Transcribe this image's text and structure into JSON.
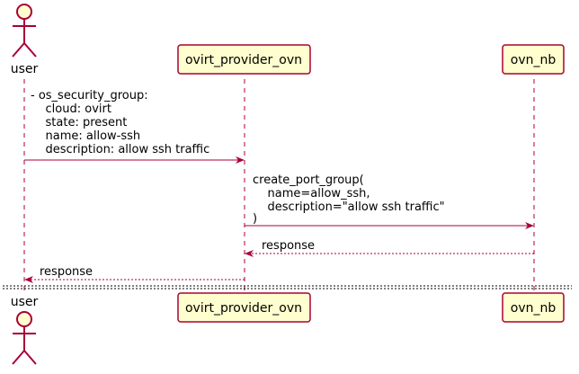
{
  "diagram": {
    "participants": {
      "user": "user",
      "provider": "ovirt_provider_ovn",
      "nb": "ovn_nb"
    },
    "messages": {
      "m1": [
        "- os_security_group:",
        "    cloud: ovirt",
        "    state: present",
        "    name: allow-ssh",
        "    description: allow ssh traffic"
      ],
      "m2": [
        "create_port_group(",
        "    name=allow_ssh,",
        "    description=\"allow ssh traffic\"",
        ")"
      ],
      "m3": "response",
      "m4": "response"
    },
    "colors": {
      "participant_fill": "#FEFECE",
      "participant_border": "#A80036",
      "lifeline": "#A80036",
      "arrow": "#A80036"
    }
  }
}
